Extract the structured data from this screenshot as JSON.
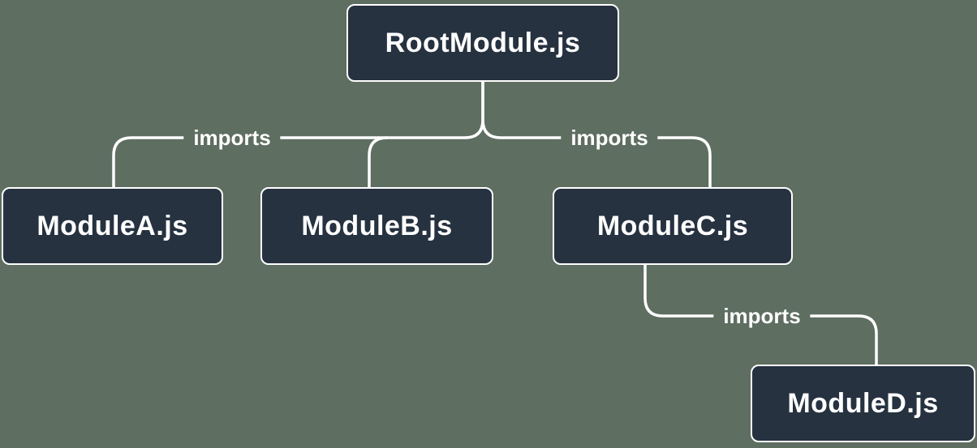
{
  "diagram": {
    "colors": {
      "bg": "#5e6e61",
      "node": "#263240",
      "line": "#ffffff",
      "text": "#ffffff"
    },
    "nodes": {
      "root": {
        "label": "RootModule.js"
      },
      "a": {
        "label": "ModuleA.js"
      },
      "b": {
        "label": "ModuleB.js"
      },
      "c": {
        "label": "ModuleC.js"
      },
      "d": {
        "label": "ModuleD.js"
      }
    },
    "edges": [
      {
        "from": "RootModule.js",
        "to": "ModuleA.js",
        "label": "imports"
      },
      {
        "from": "RootModule.js",
        "to": "ModuleB.js",
        "label": ""
      },
      {
        "from": "RootModule.js",
        "to": "ModuleC.js",
        "label": "imports"
      },
      {
        "from": "ModuleC.js",
        "to": "ModuleD.js",
        "label": "imports"
      }
    ]
  }
}
